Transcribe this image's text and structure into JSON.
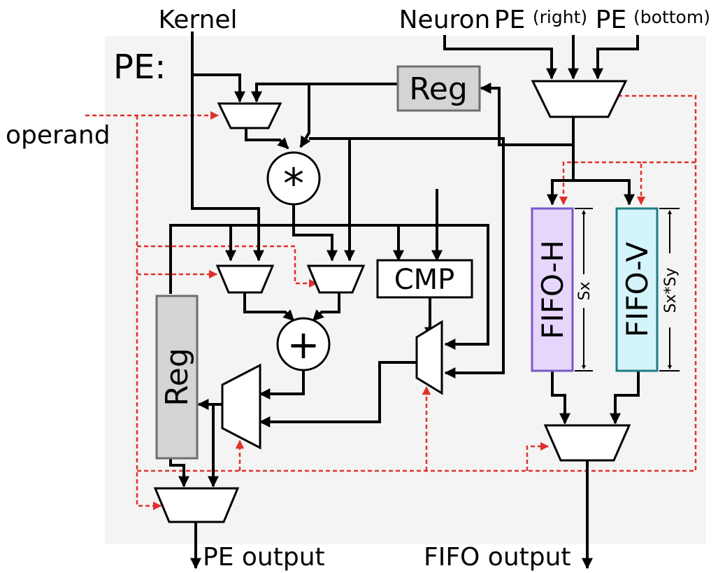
{
  "labels": {
    "kernel": "Kernel",
    "neuron": "Neuron",
    "pe_right_main": "PE",
    "pe_right_sub": "(right)",
    "pe_bottom_main": "PE",
    "pe_bottom_sub": "(bottom)",
    "operand": "operand",
    "pe_title": "PE:",
    "pe_output": "PE output",
    "fifo_output": "FIFO output"
  },
  "blocks": {
    "reg_top": "Reg",
    "reg_left": "Reg",
    "multiplier": "*",
    "adder": "+",
    "cmp": "CMP",
    "fifo_h": "FIFO-H",
    "fifo_v": "FIFO-V",
    "sx": "Sx",
    "sxsy": "Sx*Sy"
  },
  "colors": {
    "pe_background": "#f4f4f4",
    "control_signal": "#e0312b",
    "fifo_h_fill": "#e6d6fb",
    "fifo_h_border": "#7a58c8",
    "fifo_v_fill": "#d3f4fa",
    "fifo_v_border": "#1f7c84",
    "reg_fill": "#d4d4d4"
  }
}
